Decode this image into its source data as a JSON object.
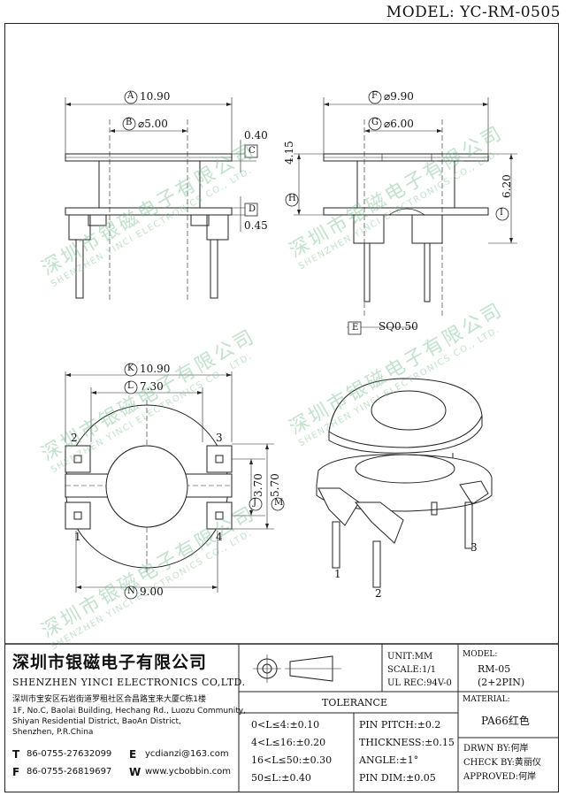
{
  "header": {
    "model_title": "MODEL: YC-RM-0505"
  },
  "dimensions": {
    "front": {
      "A": "10.90",
      "B": "⌀5.00",
      "C": "0.40",
      "D": "0.45"
    },
    "side": {
      "F": "⌀9.90",
      "G": "⌀6.00",
      "H": "4.15",
      "I": "6.20",
      "E": "SQ0.50"
    },
    "bottom": {
      "K": "10.90",
      "L": "7.30",
      "J": "3.70",
      "M": "5.70",
      "N": "9.00"
    }
  },
  "letters": {
    "A": "A",
    "B": "B",
    "C": "C",
    "D": "D",
    "E": "E",
    "F": "F",
    "G": "G",
    "H": "H",
    "I": "I",
    "J": "J",
    "K": "K",
    "L": "L",
    "M": "M",
    "N": "N"
  },
  "pins": {
    "p1": "1",
    "p2": "2",
    "p3": "3",
    "p4": "4",
    "iso1": "1",
    "iso2": "2",
    "iso3": "3"
  },
  "watermark": {
    "cn": "深圳市银磁电子有限公司",
    "en": "SHENZHEN YINCI ELECTRONICS CO., LTD."
  },
  "company": {
    "name_cn": "深圳市银磁电子有限公司",
    "name_en": "SHENZHEN YINCI ELECTRONICS CO,LTD.",
    "address_cn": "深圳市宝安区石岩街道罗租社区合昌路宝来大厦C栋1楼",
    "address_en_1": "1F, No.C, Baolai Building, Hechang Rd., Luozu Community,",
    "address_en_2": "Shiyan Residential District, BaoAn District,",
    "address_en_3": "Shenzhen, P.R.China",
    "tel_label": "T",
    "tel": "86-0755-27632099",
    "fax_label": "F",
    "fax": "86-0755-26819697",
    "email_label": "E",
    "email": "ycdianzi@163.com",
    "web_label": "W",
    "web": "www.ycbobbin.com"
  },
  "specs": {
    "unit": "UNIT:MM",
    "scale": "SCALE:1/1",
    "ul": "UL REC:94V-0"
  },
  "model": {
    "label": "MODEL:",
    "value": "RM-05",
    "pins": "(2+2PIN)"
  },
  "material": {
    "label": "MATERIAL:",
    "value": "PA66红色"
  },
  "tolerance": {
    "title": "TOLERANCE",
    "rows": [
      [
        "0<L≤4:±0.10",
        "PIN PITCH:±0.2"
      ],
      [
        "4<L≤16:±0.20",
        "THICKNESS:±0.15"
      ],
      [
        "16<L≤50:±0.30",
        "ANGLE:±1°"
      ],
      [
        "50≤L:±0.40",
        "PIN DIM:±0.05"
      ]
    ]
  },
  "approval": {
    "drawn": "DRWN BY:何岸",
    "check": "CHECK BY:黄丽仪",
    "approved": "APPROVED:何岸"
  }
}
